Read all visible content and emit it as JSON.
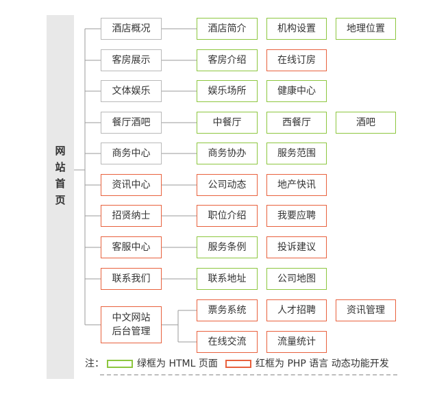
{
  "root": [
    "网",
    "站",
    "首",
    "页"
  ],
  "rows": [
    {
      "level1": {
        "label": "酒店概况",
        "frame": "gray"
      },
      "children": [
        {
          "label": "酒店简介",
          "frame": "green"
        },
        {
          "label": "机构设置",
          "frame": "green"
        },
        {
          "label": "地理位置",
          "frame": "green"
        }
      ]
    },
    {
      "level1": {
        "label": "客房展示",
        "frame": "gray"
      },
      "children": [
        {
          "label": "客房介绍",
          "frame": "green"
        },
        {
          "label": "在线订房",
          "frame": "red"
        }
      ]
    },
    {
      "level1": {
        "label": "文体娱乐",
        "frame": "gray"
      },
      "children": [
        {
          "label": "娱乐场所",
          "frame": "green"
        },
        {
          "label": "健康中心",
          "frame": "green"
        }
      ]
    },
    {
      "level1": {
        "label": "餐厅酒吧",
        "frame": "gray"
      },
      "children": [
        {
          "label": "中餐厅",
          "frame": "green"
        },
        {
          "label": "西餐厅",
          "frame": "green"
        },
        {
          "label": "酒吧",
          "frame": "green"
        }
      ]
    },
    {
      "level1": {
        "label": "商务中心",
        "frame": "gray"
      },
      "children": [
        {
          "label": "商务协办",
          "frame": "green"
        },
        {
          "label": "服务范围",
          "frame": "green"
        }
      ]
    },
    {
      "level1": {
        "label": "资讯中心",
        "frame": "red"
      },
      "children": [
        {
          "label": "公司动态",
          "frame": "red"
        },
        {
          "label": "地产快讯",
          "frame": "red"
        }
      ]
    },
    {
      "level1": {
        "label": "招贤纳士",
        "frame": "red"
      },
      "children": [
        {
          "label": "职位介绍",
          "frame": "red"
        },
        {
          "label": "我要应聘",
          "frame": "red"
        }
      ]
    },
    {
      "level1": {
        "label": "客服中心",
        "frame": "red"
      },
      "children": [
        {
          "label": "服务条例",
          "frame": "green"
        },
        {
          "label": "投诉建议",
          "frame": "red"
        }
      ]
    },
    {
      "level1": {
        "label": "联系我们",
        "frame": "red"
      },
      "children": [
        {
          "label": "联系地址",
          "frame": "green"
        },
        {
          "label": "公司地图",
          "frame": "green"
        }
      ]
    }
  ],
  "admin": {
    "level1": {
      "label": "中文网站后台管理",
      "line1": "中文网站",
      "line2": "后台管理",
      "frame": "red"
    },
    "rows": [
      [
        {
          "label": "票务系统",
          "frame": "red"
        },
        {
          "label": "人才招聘",
          "frame": "red"
        },
        {
          "label": "资讯管理",
          "frame": "red"
        }
      ],
      [
        {
          "label": "在线交流",
          "frame": "red"
        },
        {
          "label": "流量统计",
          "frame": "red"
        }
      ]
    ]
  },
  "legend": {
    "prefix": "注：",
    "green_text": "绿框为 HTML 页面",
    "red_text": "红框为 PHP 语言 动态功能开发"
  },
  "colors": {
    "green": "#8cc63e",
    "red": "#e8603c",
    "gray": "#b8b8b8",
    "connector": "#9a9a9a"
  }
}
